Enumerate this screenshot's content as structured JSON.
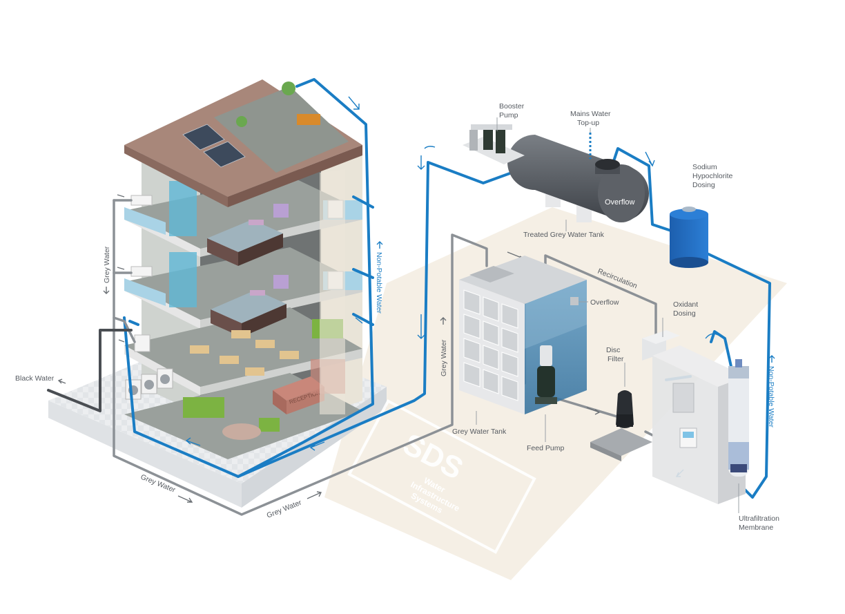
{
  "labels": {
    "booster_pump": [
      "Booster",
      "Pump"
    ],
    "mains_water": [
      "Mains Water",
      "Top-up"
    ],
    "sodium_hypochlorite": [
      "Sodium",
      "Hypochlorite",
      "Dosing"
    ],
    "treated_tank": "Treated Grey Water Tank",
    "overflow_tank": "Overflow",
    "recirculation": "Recirculation",
    "overflow_grey": "Overflow",
    "oxidant_dosing": [
      "Oxidant",
      "Dosing"
    ],
    "disc_filter": [
      "Disc",
      "Filter"
    ],
    "grey_water_tank": "Grey Water Tank",
    "feed_pump": "Feed Pump",
    "ultrafiltration": [
      "Ultrafiltration",
      "Membrane"
    ],
    "non_potable_left": "Non-Potable Water",
    "non_potable_right": "Non-Potable Water",
    "grey_water_vertical_left": "Grey Water",
    "grey_water_vertical_mid": "Grey Water",
    "grey_water_bottom_1": "Grey Water",
    "grey_water_bottom_2": "Grey Water",
    "black_water": "Black Water",
    "reception_sign": "RECEPTION",
    "logo": {
      "mark": "SDS",
      "sub": [
        "Water",
        "Infrastructure",
        "Systems"
      ]
    }
  },
  "colors": {
    "potable_pipe": "#1a7dc4",
    "grey_pipe": "#8c9196",
    "black_pipe": "#4a4e53",
    "floor_tint": "#f3ece0",
    "water": "#3f7fab",
    "roof": "#a8877a"
  }
}
